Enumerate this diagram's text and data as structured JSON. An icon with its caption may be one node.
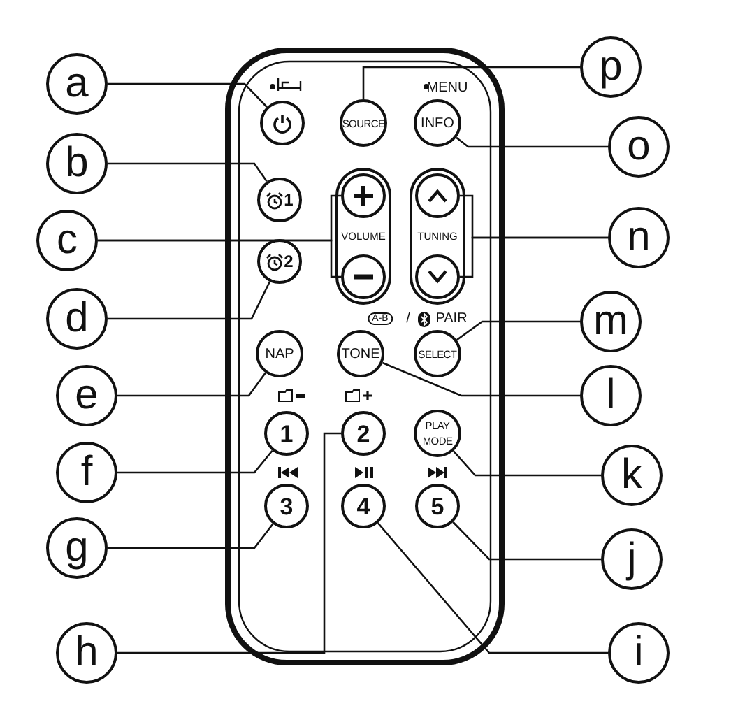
{
  "diagram": {
    "nodes": [
      {
        "text": [
          "a"
        ]
      },
      {
        "text": [],
        "shape": "circle"
      },
      {
        "text": [
          "SOURCE"
        ]
      },
      {
        "text": [
          "INFO"
        ]
      },
      {
        "text": [
          "p"
        ]
      },
      {
        "text": [
          "b"
        ]
      },
      {
        "text": [
          "1"
        ]
      },
      {
        "text": [],
        "shape": "circle"
      },
      {
        "text": [],
        "shape": "circle"
      },
      {
        "text": [
          "o"
        ]
      },
      {
        "text": [
          "c"
        ]
      },
      {
        "text": [
          "n"
        ]
      },
      {
        "text": [],
        "shape": "circle"
      },
      {
        "text": [],
        "shape": "circle"
      },
      {
        "text": [
          "d"
        ]
      },
      {
        "text": [
          "2"
        ]
      },
      {
        "text": [
          "m"
        ]
      },
      {
        "text": [
          "e"
        ]
      },
      {
        "text": [
          "NAP"
        ]
      },
      {
        "text": [
          "TONE"
        ]
      },
      {
        "text": [
          "SELECT"
        ]
      },
      {
        "text": [
          "l"
        ]
      },
      {
        "text": [
          "f"
        ]
      },
      {
        "text": [
          "1"
        ]
      },
      {
        "text": [
          "2"
        ]
      },
      {
        "text": [
          "PLAY MODE"
        ]
      },
      {
        "text": [
          "k"
        ]
      },
      {
        "text": [
          "g"
        ]
      },
      {
        "text": [
          "3"
        ]
      },
      {
        "text": [
          "4"
        ]
      },
      {
        "text": [
          "5"
        ]
      },
      {
        "text": [
          "j"
        ]
      },
      {
        "text": [
          "h"
        ]
      },
      {
        "text": [
          "i"
        ]
      }
    ],
    "edges": [
      {
        "from": 0,
        "to": 1,
        "arrow": "none"
      },
      {
        "from": 4,
        "to": 2,
        "arrow": "none"
      },
      {
        "from": 9,
        "to": 3,
        "arrow": "none"
      },
      {
        "from": 5,
        "to": 6,
        "arrow": "none"
      },
      {
        "from": 10,
        "to": 7,
        "arrow": "none"
      },
      {
        "from": 10,
        "to": 12,
        "arrow": "none"
      },
      {
        "from": 11,
        "to": 8,
        "arrow": "none"
      },
      {
        "from": 11,
        "to": 13,
        "arrow": "none"
      },
      {
        "from": 14,
        "to": 15,
        "arrow": "none"
      },
      {
        "from": 16,
        "to": 20,
        "arrow": "none"
      },
      {
        "from": 17,
        "to": 18,
        "arrow": "none"
      },
      {
        "from": 21,
        "to": 19,
        "arrow": "none"
      },
      {
        "from": 22,
        "to": 23,
        "arrow": "none"
      },
      {
        "from": 26,
        "to": 25,
        "arrow": "none"
      },
      {
        "from": 27,
        "to": 28,
        "arrow": "none"
      },
      {
        "from": 31,
        "to": 30,
        "arrow": "none"
      },
      {
        "from": 32,
        "to": 24,
        "arrow": "none"
      },
      {
        "from": 33,
        "to": 29,
        "arrow": "none"
      }
    ],
    "labels": [
      "MENU",
      "VOLUME",
      "TUNING",
      "A-B",
      "/",
      "PAIR"
    ]
  }
}
